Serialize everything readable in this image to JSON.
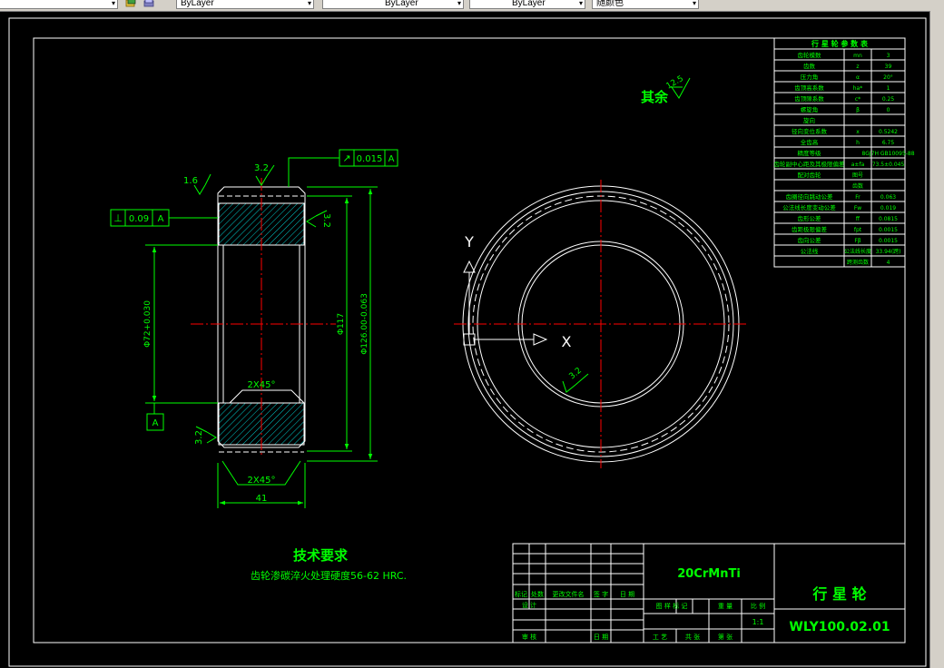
{
  "toolbar": {
    "layer_dropdown_value": "",
    "linetype_dropdown_value": "ByLayer",
    "lineweight_dropdown_value": "ByLayer",
    "plotstyle_dropdown_value": "ByLayer",
    "color_dropdown_value": "随颜色"
  },
  "drawing": {
    "tech_req_title": "技术要求",
    "tech_req_text": "齿轮渗碳淬火处理硬度56-62 HRC.",
    "roughness_other": "其余",
    "roughness_other_value": "12.5",
    "roughness_values": [
      "3.2",
      "1.6",
      "3.2",
      "3.2",
      "3.2"
    ],
    "tolerance_frame_top": {
      "symbol": "↗",
      "value": "0.015",
      "datum": "A"
    },
    "tolerance_frame_left": {
      "symbol": "⊥",
      "value": "0.09",
      "datum": "A"
    },
    "datum_label": "A",
    "chamfer_label_1": "2X45°",
    "chamfer_label_2": "2X45°",
    "width_dim": "41",
    "dim_bore": "Φ72+0.030",
    "dim_mid": "Φ117",
    "dim_od": "Φ126.00-0.063",
    "axis_y_label": "Y",
    "axis_x_label": "X"
  },
  "gear_table": {
    "title": "行 星 轮 参 数 表",
    "rows": [
      {
        "name": "齿轮模数",
        "sym": "mn",
        "val": "3"
      },
      {
        "name": "齿数",
        "sym": "z",
        "val": "39"
      },
      {
        "name": "压力角",
        "sym": "α",
        "val": "20°"
      },
      {
        "name": "齿顶高系数",
        "sym": "ha*",
        "val": "1"
      },
      {
        "name": "齿顶隙系数",
        "sym": "c*",
        "val": "0.25"
      },
      {
        "name": "螺旋角",
        "sym": "β",
        "val": "0"
      },
      {
        "name": "旋向",
        "sym": "",
        "val": ""
      },
      {
        "name": "径向变位系数",
        "sym": "x",
        "val": "0.5242"
      },
      {
        "name": "全齿高",
        "sym": "h",
        "val": "6.75"
      },
      {
        "name": "精度等级",
        "sym": "",
        "val": "8GJ7H GB10095-88"
      },
      {
        "name": "齿轮副中心距及其极限偏差",
        "sym": "a±fa",
        "val": "73.5±0.045"
      },
      {
        "name": "配对齿轮",
        "sym": "图号",
        "val": ""
      },
      {
        "name": "",
        "sym": "齿数",
        "val": ""
      },
      {
        "name": "齿圈径向跳动公差",
        "sym": "Fr",
        "val": "0.063"
      },
      {
        "name": "公法线长度变动公差",
        "sym": "Fw",
        "val": "0.019"
      },
      {
        "name": "齿形公差",
        "sym": "ff",
        "val": "0.0815"
      },
      {
        "name": "齿距极限偏差",
        "sym": "fpt",
        "val": "0.0015"
      },
      {
        "name": "齿向公差",
        "sym": "Fβ",
        "val": "0.0015"
      },
      {
        "name": "公法线",
        "sym": "公法线长度",
        "val": "33.94(跨)"
      },
      {
        "name": "",
        "sym": "跨测齿数",
        "val": "4"
      }
    ]
  },
  "title_block": {
    "material": "20CrMnTi",
    "part_name": "行 星 轮",
    "drawing_no": "WLY100.02.01",
    "scale": "1:1",
    "labels": {
      "mark": "标记",
      "count": "处数",
      "change_doc": "更改文件名",
      "sign": "签 字",
      "date": "日 期",
      "design": "设 计",
      "stage_mark": "图 样 标 记",
      "weight": "重 量",
      "ratio": "比 例",
      "check": "审 核",
      "process": "工 艺",
      "sheet": "共 张",
      "sheet_no": "第 张",
      "date2": "日 期"
    }
  },
  "colors": {
    "frame": "#ffffff",
    "text": "#00ff00",
    "centerline": "#ff0000",
    "hatch": "#00ffff",
    "background": "#000000"
  }
}
